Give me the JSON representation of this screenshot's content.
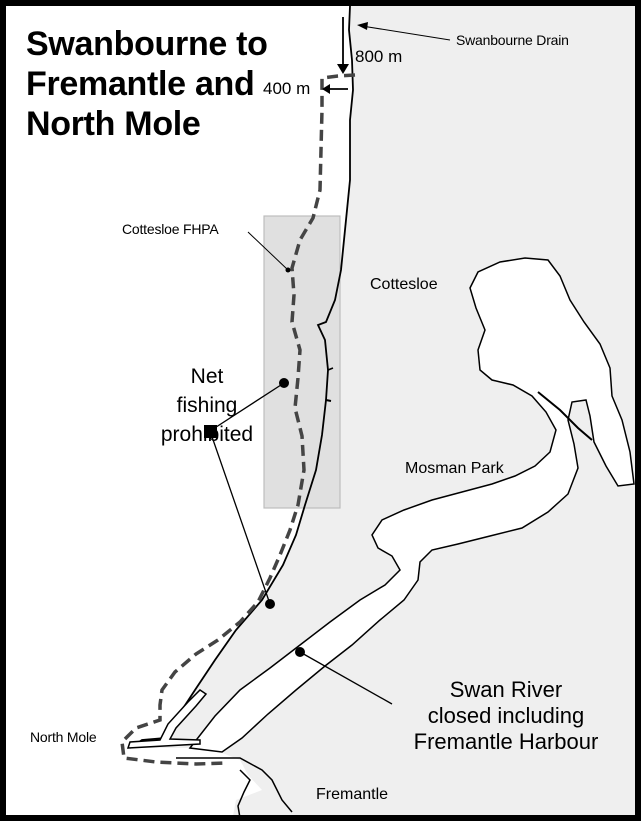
{
  "title": {
    "line1": "Swanbourne to",
    "line2": "Fremantle and",
    "line3": "North Mole"
  },
  "labels": {
    "swanbourne_drain": "Swanbourne Drain",
    "scale_800": "800 m",
    "scale_400": "400 m",
    "cottesloe_fhpa": "Cottesloe FHPA",
    "cottesloe": "Cottesloe",
    "net_fishing": [
      "Net",
      "fishing",
      "prohibited"
    ],
    "mosman_park": "Mosman Park",
    "north_mole": "North Mole",
    "swan_river": [
      "Swan River",
      "closed including",
      "Fremantle Harbour"
    ],
    "fremantle": "Fremantle"
  },
  "colors": {
    "land": "#efefef",
    "water": "#ffffff",
    "fhpa_fill": "#e0e0e0",
    "fhpa_stroke": "#bdbdbd",
    "line": "#000000",
    "boundary_dash": "#444444"
  }
}
